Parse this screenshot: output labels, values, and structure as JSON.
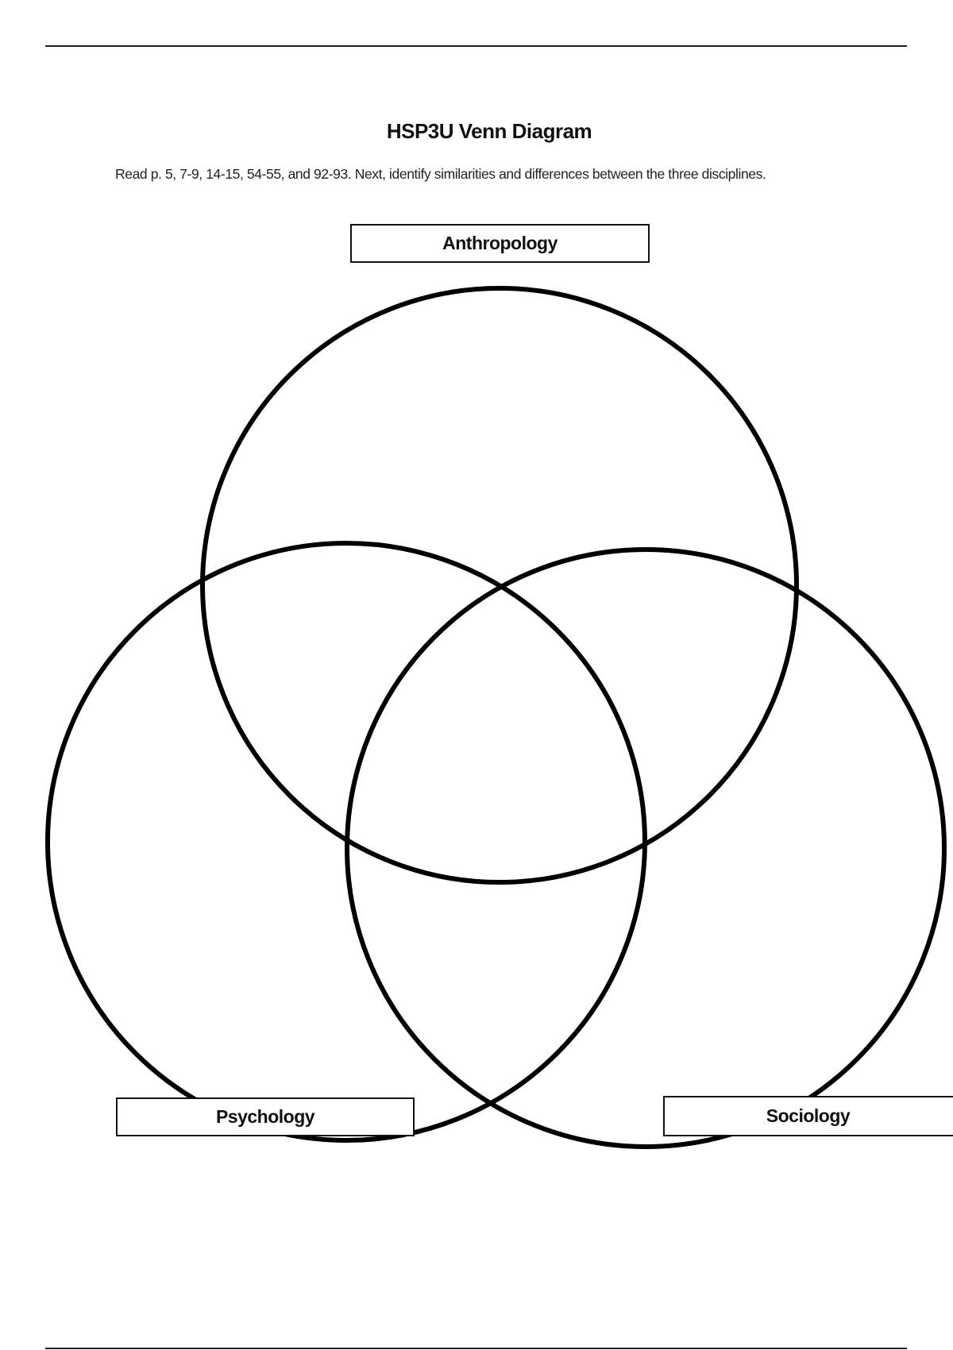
{
  "title": "HSP3U Venn Diagram",
  "instructions": "Read p. 5, 7-9, 14-15, 54-55, and 92-93.  Next, identify similarities and differences between the three disciplines.",
  "circles": {
    "top": "Anthropology",
    "left": "Psychology",
    "right": "Sociology"
  }
}
